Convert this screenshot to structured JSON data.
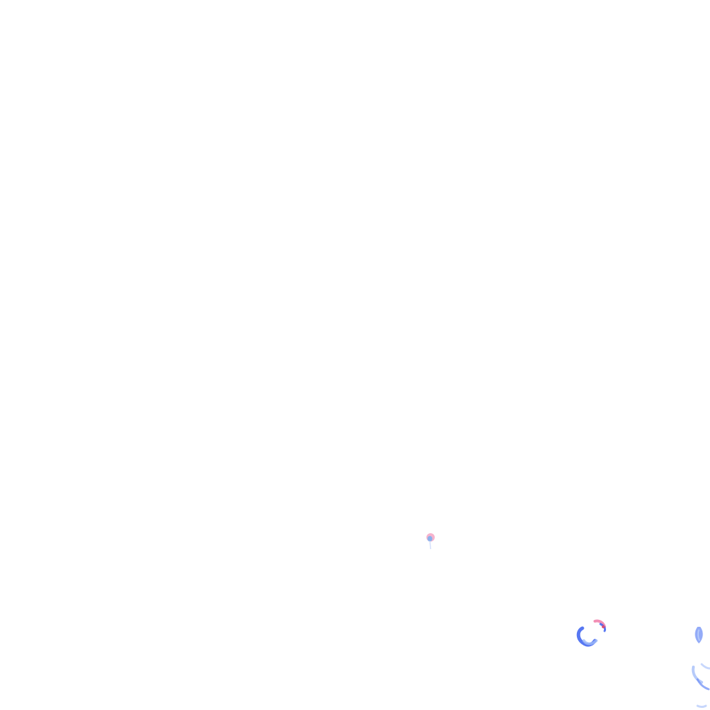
{
  "scene": {
    "background_color": "#ffffff",
    "palette": {
      "blue_dark": "#3a5ff0",
      "blue_mid": "#6f8ff5",
      "blue_light": "#b9cdfb",
      "pink": "#f07aa8",
      "red": "#e24a6e"
    },
    "elements": [
      "small-speck",
      "ring-speck",
      "edge-speck-top",
      "edge-speck-bottom"
    ]
  }
}
